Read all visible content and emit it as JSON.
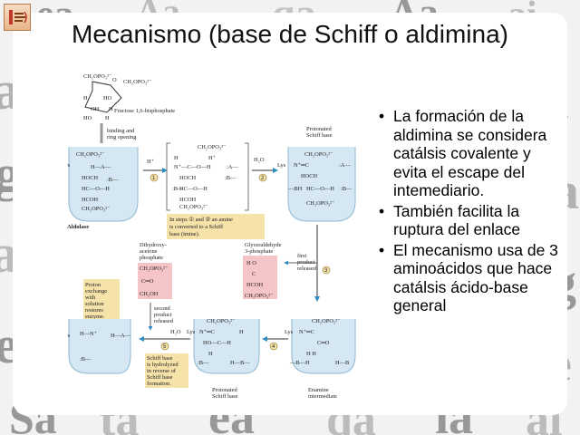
{
  "slide": {
    "title": "Mecanismo (base de Schiff o aldimina)",
    "bullets": [
      "La formación de la aldimina se considera catálsis covalente y evita el escape del intemediario.",
      "También facilita la ruptura del enlace",
      "El mecanismo usa de 3 aminoácidos que hace catálsis ácido-base general"
    ]
  },
  "audio_button": {
    "icon": "speaker-note-icon"
  },
  "diagram": {
    "fructose_label": "Fructose 1,6-bisphosphate",
    "binding_label": [
      "binding and",
      "ring opening"
    ],
    "protonated_schiff_top": [
      "Protonated",
      "Schiff base"
    ],
    "aldolase_label": "Aldolase",
    "steps_note": [
      "In steps ① and ② an amine",
      "is converted to a Schiff",
      "base (imine)."
    ],
    "dhap_label": [
      "Dihydroxy-",
      "acetone",
      "phosphate"
    ],
    "g3p_label": [
      "Glyceraldehyde",
      "3-phosphate"
    ],
    "first_product": [
      "first",
      "product",
      "released"
    ],
    "proton_exchange": [
      "Proton",
      "exchange",
      "with",
      "solution",
      "restores",
      "enzyme."
    ],
    "second_product": [
      "second",
      "product",
      "released"
    ],
    "schiff_hydrolyzed": [
      "Schiff base",
      "is hydrolyzed",
      "in reverse of",
      "Schiff base",
      "formation."
    ],
    "protonated_schiff_bottom": [
      "Protonated",
      "Schiff base"
    ],
    "enamine_label": [
      "Enamine",
      "intermediate"
    ],
    "step_numbers": [
      "1",
      "2",
      "3",
      "4",
      "5"
    ],
    "h_plus": "H⁺",
    "h2o": "H₂O",
    "h2o_bottom": "H₂O",
    "lys": "Lys",
    "ch2opo3": "CH₂OPO₃²⁻",
    "hoch": "HOCH",
    "hcoh": "HCOH",
    "hc_oh": "HC—O—H",
    "ch2oh": "CH₂OH",
    "c_eq_o": "C═O",
    "a_site": ":A—",
    "b_site": ":B—",
    "h_a": "H—A—",
    "bh": "—BH",
    "h_b": "H—B—"
  },
  "colors": {
    "pink_box": "#f5c4c7",
    "note_box": "#f6e3aa",
    "enzyme_fill": "#d4e7f2",
    "arrow": "#2b8cc4"
  }
}
